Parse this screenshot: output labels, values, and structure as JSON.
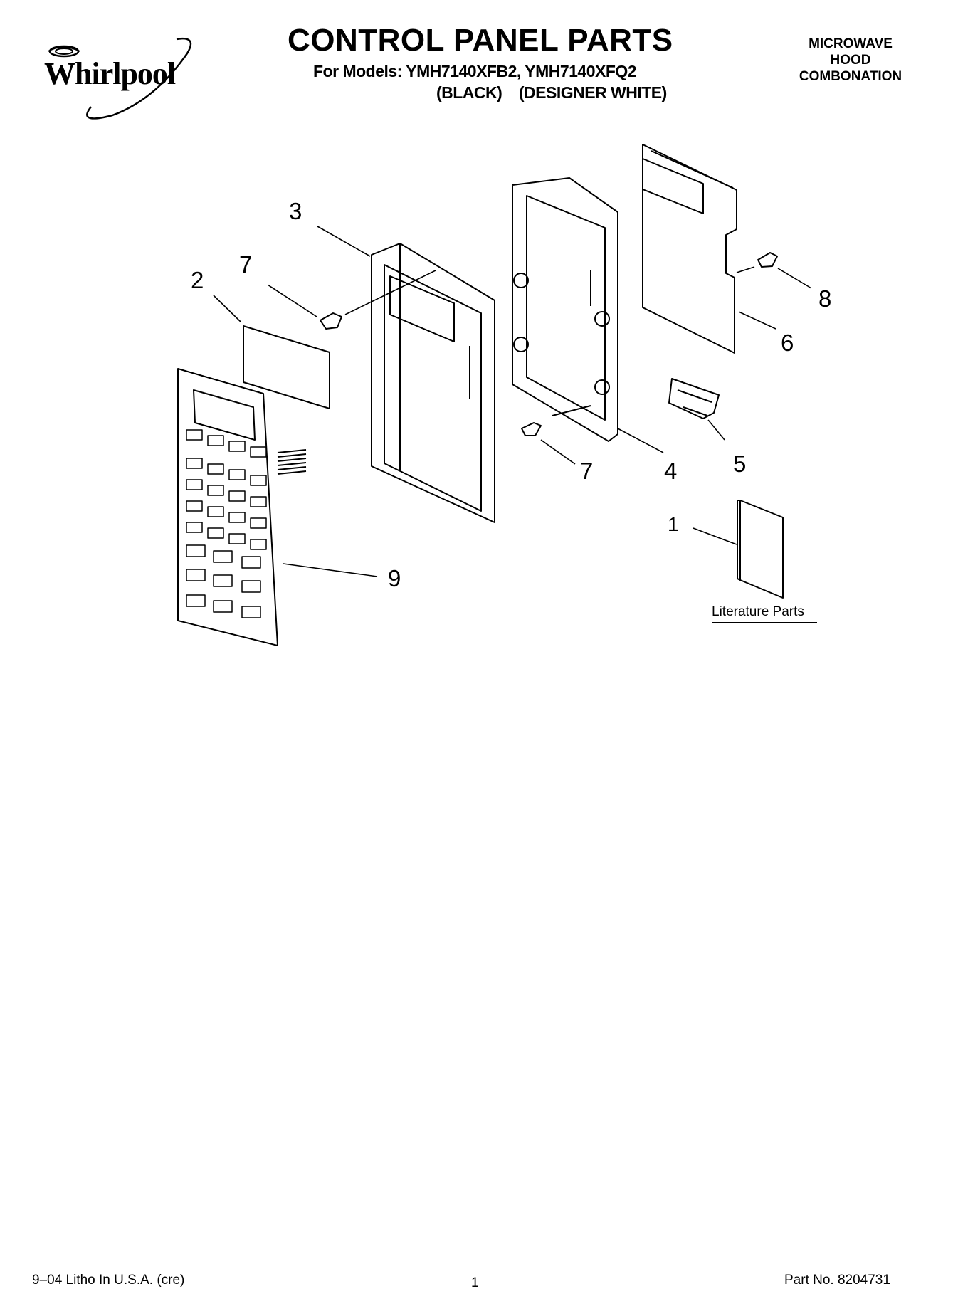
{
  "header": {
    "brand": "Whirlpool",
    "title": "CONTROL PANEL PARTS",
    "models_line": "For Models: YMH7140XFB2, YMH7140XFQ2",
    "colors_line": "(BLACK)    (DESIGNER WHITE)",
    "category": [
      "MICROWAVE",
      "HOOD",
      "COMBONATION"
    ]
  },
  "callouts": [
    "3",
    "2",
    "7",
    "7",
    "4",
    "5",
    "6",
    "8",
    "1",
    "9"
  ],
  "literature_label": "Literature Parts",
  "footer": {
    "left": "9–04 Litho In U.S.A. (cre)",
    "page": "1",
    "part_no": "Part No. 8204731"
  },
  "colors": {
    "ink": "#000000",
    "paper": "#ffffff"
  }
}
